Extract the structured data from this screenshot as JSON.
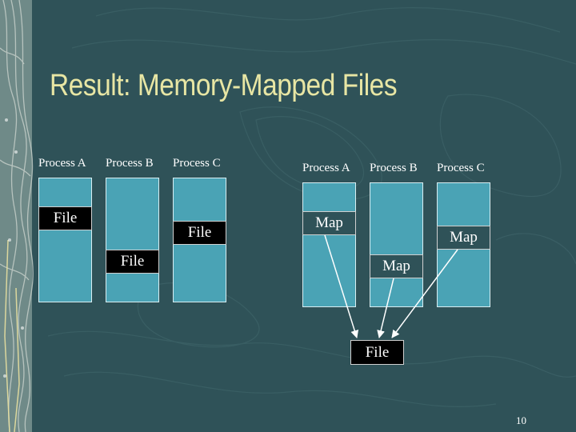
{
  "slide": {
    "title": "Result: Memory-Mapped Files",
    "page_number": "10"
  },
  "left_diagram": {
    "process_labels": [
      "Process A",
      "Process B",
      "Process C"
    ],
    "file_label": "File"
  },
  "right_diagram": {
    "process_labels": [
      "Process A",
      "Process B",
      "Process C"
    ],
    "map_label": "Map",
    "file_label": "File"
  },
  "colors": {
    "background": "#2f5258",
    "title": "#e8e6a4",
    "process_fill": "#4aa3b5"
  }
}
